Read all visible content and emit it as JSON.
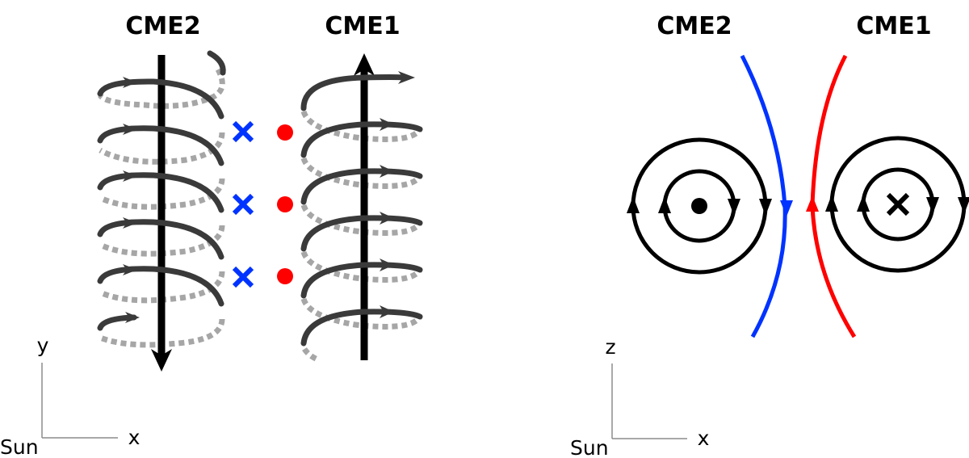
{
  "left_panel": {
    "cme2_label": "CME2",
    "cme1_label": "CME1",
    "axes": {
      "vertical": "y",
      "horizontal": "x",
      "origin": "Sun"
    },
    "markers": {
      "cross_count": 3,
      "dot_count": 3,
      "cross_color": "#0033ff",
      "dot_color": "#ff0000"
    },
    "cme2_axis_direction": "down",
    "cme1_axis_direction": "up",
    "helix_front_color": "#3a3a3a",
    "helix_back_color": "#a6a6a6"
  },
  "right_panel": {
    "cme2_label": "CME2",
    "cme1_label": "CME1",
    "axes": {
      "vertical": "z",
      "horizontal": "x",
      "origin": "Sun"
    },
    "cme2_center_symbol": "dot",
    "cme1_center_symbol": "cross",
    "field_line_cme2_color": "#0033ff",
    "field_line_cme1_color": "#ff0000"
  }
}
